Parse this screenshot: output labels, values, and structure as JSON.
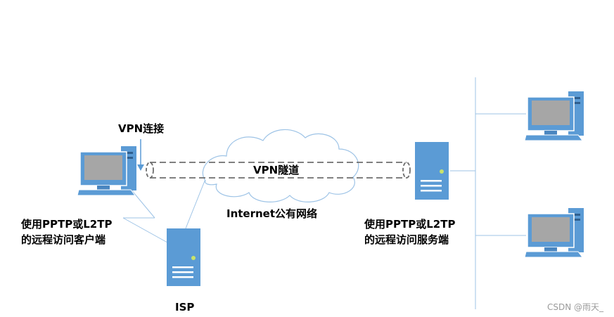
{
  "labels": {
    "vpn_connection": "VPN连接",
    "vpn_tunnel": "VPN隧道",
    "internet": "Internet公有网络",
    "client_line1": "使用PPTP或L2TP",
    "client_line2": "的远程访问客户端",
    "server_line1": "使用PPTP或L2TP",
    "server_line2": "的远程访问服务端",
    "isp": "ISP"
  },
  "watermark": "CSDN @雨天_",
  "colors": {
    "device_fill": "#5b9bd5",
    "device_dark": "#4a86c0",
    "screen": "#a6a6a6",
    "wire": "#9dc3e6",
    "cloud_fill": "#ffffff",
    "cloud_stroke": "#9dc3e6",
    "tunnel_dash": "#6e6e6e"
  }
}
